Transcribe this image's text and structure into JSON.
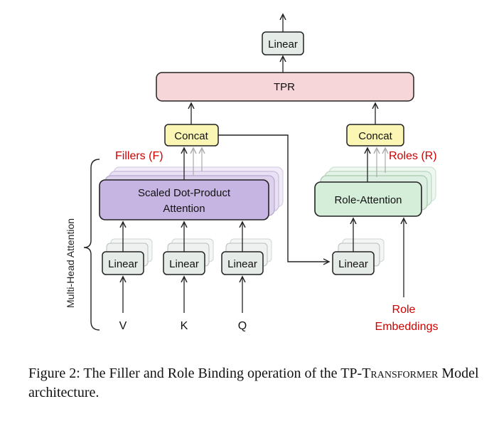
{
  "diagram": {
    "top_linear": "Linear",
    "tpr": "TPR",
    "concat_left": "Concat",
    "concat_right": "Concat",
    "fillers": "Fillers (F)",
    "roles": "Roles (R)",
    "scaled_attention_line1": "Scaled Dot-Product",
    "scaled_attention_line2": "Attention",
    "role_attention": "Role-Attention",
    "linear_v": "Linear",
    "linear_k": "Linear",
    "linear_q": "Linear",
    "linear_role": "Linear",
    "input_v": "V",
    "input_k": "K",
    "input_q": "Q",
    "role_embeddings_line1": "Role",
    "role_embeddings_line2": "Embeddings",
    "multi_head_attention": "Multi-Head Attention"
  },
  "caption": {
    "prefix": "Figure 2: The Filler and Role Binding operation of the TP-",
    "smallcaps": "Transformer",
    "suffix": " Model architecture."
  },
  "colors": {
    "tpr_fill": "#f6d6d8",
    "concat_fill": "#fbf6b4",
    "scaled_attention_fill": "#c6b5e2",
    "role_attention_fill": "#d5eed9",
    "linear_fill": "#e5ebe7",
    "red_label": "#d00000"
  }
}
